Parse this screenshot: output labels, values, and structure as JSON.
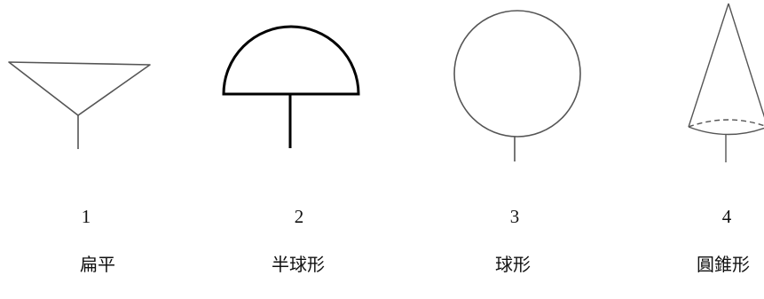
{
  "figure": {
    "items": [
      {
        "number": "1",
        "label": "扁平",
        "shape_icon": "inverted-triangle-on-stem-icon"
      },
      {
        "number": "2",
        "label": "半球形",
        "shape_icon": "half-sphere-on-stem-icon"
      },
      {
        "number": "3",
        "label": "球形",
        "shape_icon": "circle-on-stem-icon"
      },
      {
        "number": "4",
        "label": "圓錐形",
        "shape_icon": "cone-on-stem-icon"
      }
    ]
  }
}
